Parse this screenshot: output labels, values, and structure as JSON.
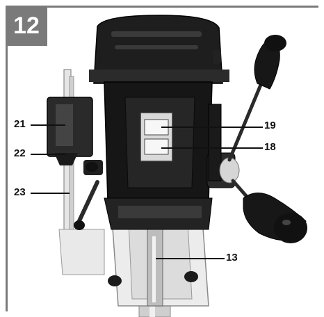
{
  "figure": {
    "number": "12"
  },
  "callouts": {
    "c21": "21",
    "c22": "22",
    "c23": "23",
    "c19": "19",
    "c18": "18",
    "c13": "13"
  },
  "colors": {
    "frame": "#7a7a7a",
    "ink": "#111111"
  }
}
